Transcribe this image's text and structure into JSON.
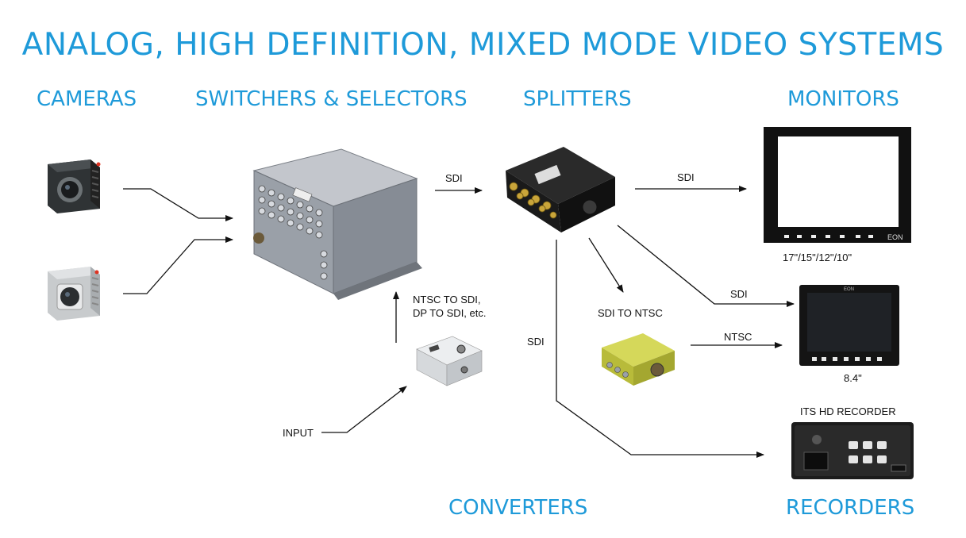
{
  "title": "ANALOG, HIGH DEFINITION, MIXED MODE VIDEO SYSTEMS",
  "categories": {
    "cameras": "CAMERAS",
    "switchers": "SWITCHERS & SELECTORS",
    "splitters": "SPLITTERS",
    "monitors": "MONITORS",
    "converters": "CONVERTERS",
    "recorders": "RECORDERS"
  },
  "labels": {
    "sdi_switch_to_splitter": "SDI",
    "sdi_to_large_monitor": "SDI",
    "sdi_to_small_monitor": "SDI",
    "ntsc_to_small_monitor": "NTSC",
    "sdi_to_recorder": "SDI",
    "sdi_to_ntsc": "SDI TO NTSC",
    "ntsc_to_sdi_line1": "NTSC TO SDI,",
    "ntsc_to_sdi_line2": "DP TO SDI, etc.",
    "input": "INPUT",
    "large_monitor_sizes": "17\"/15\"/12\"/10\"",
    "small_monitor_size": "8.4\"",
    "recorder_name": "ITS HD RECORDER",
    "monitor_brand": "EON",
    "small_monitor_brand": "EON"
  },
  "colors": {
    "accent": "#1e9ad9",
    "camera_dark": "#3a3d3f",
    "camera_light": "#c9ccce",
    "switcher_body": "#9ea3ab",
    "splitter_body": "#1c1c1c",
    "splitter_connectors": "#c9a53a",
    "converter_body": "#c9cc4a",
    "monitor_frame": "#111111",
    "recorder_body": "#1a1a1a"
  }
}
